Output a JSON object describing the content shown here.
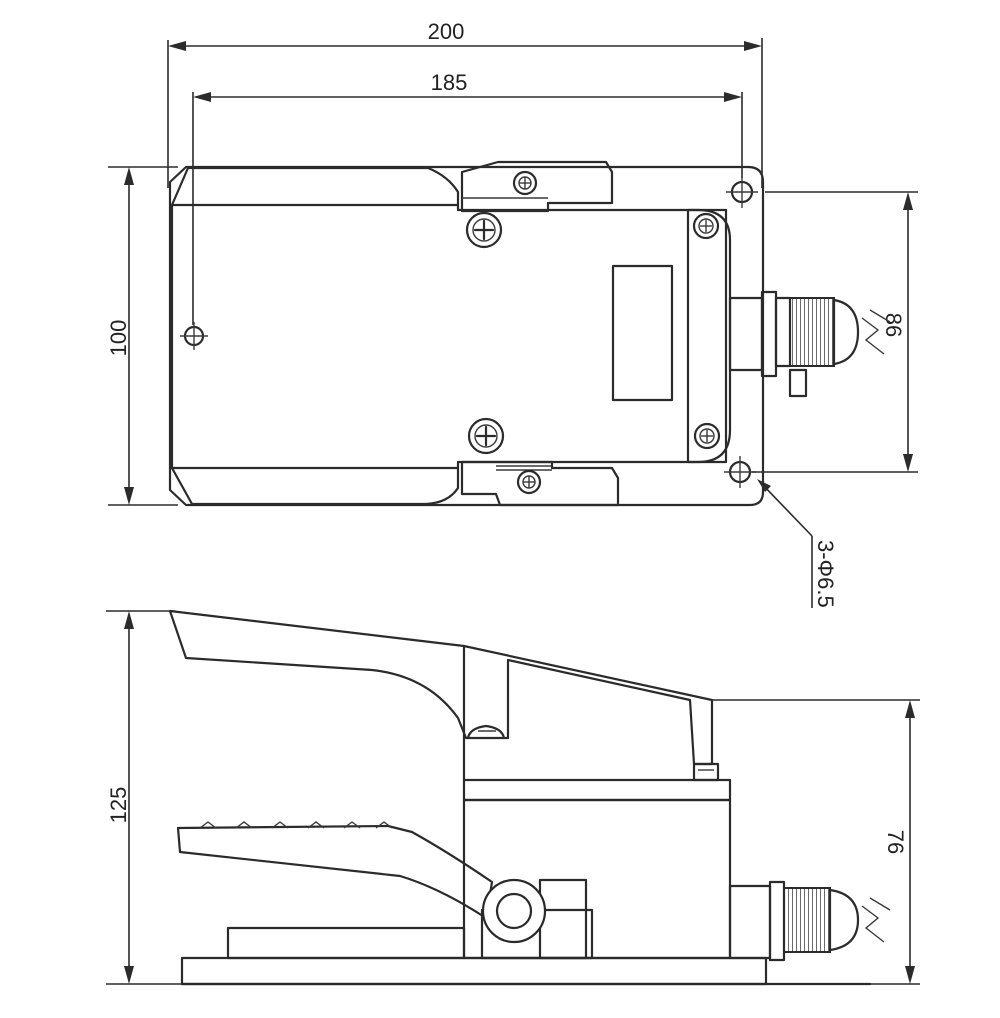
{
  "top_view": {
    "dim_overall_length": "200",
    "dim_hole_spacing_length": "185",
    "dim_overall_width": "100",
    "dim_hole_spacing_width": "86",
    "hole_callout": "3-Φ6.5"
  },
  "side_view": {
    "dim_overall_height": "125",
    "dim_body_height": "76"
  }
}
